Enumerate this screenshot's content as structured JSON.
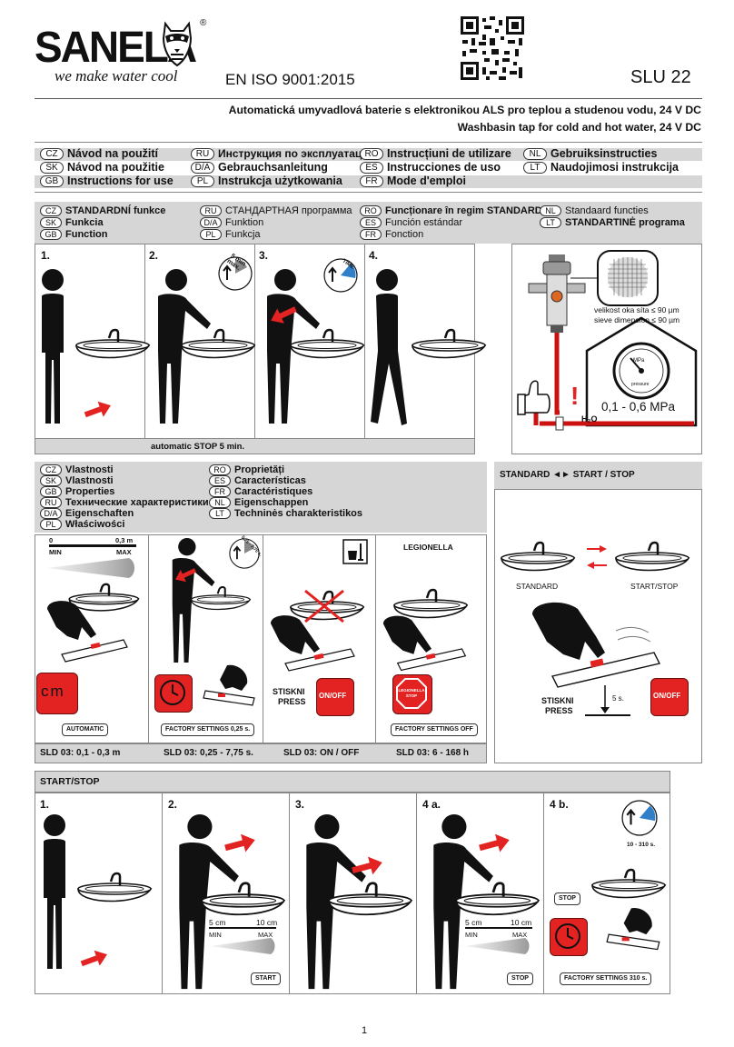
{
  "header": {
    "brand": "SANELA",
    "registered": "®",
    "slogan": "we make water cool",
    "iso": "EN ISO 9001:2015",
    "model": "SLU 22",
    "subtitle_cz": "Automatická umyvadlová baterie s elektronikou ALS pro teplou a studenou vodu, 24 V DC",
    "subtitle_en": "Washbasin tap for cold and hot water, 24 V DC"
  },
  "manual_titles": [
    {
      "code": "CZ",
      "text": "Návod na použití"
    },
    {
      "code": "SK",
      "text": "Návod na použitie"
    },
    {
      "code": "GB",
      "text": "Instructions for use"
    },
    {
      "code": "RU",
      "text": "Инструкция по эксплуатации"
    },
    {
      "code": "D/A",
      "text": "Gebrauchsanleitung"
    },
    {
      "code": "PL",
      "text": "Instrukcja użytkowania"
    },
    {
      "code": "RO",
      "text": "Instrucțiuni de utilizare"
    },
    {
      "code": "ES",
      "text": "Instrucciones de uso"
    },
    {
      "code": "FR",
      "text": "Mode d'emploi"
    },
    {
      "code": "NL",
      "text": "Gebruiksinstructies"
    },
    {
      "code": "LT",
      "text": "Naudojimosi instrukcija"
    }
  ],
  "standard_titles": [
    {
      "code": "CZ",
      "text": "STANDARDNÍ funkce"
    },
    {
      "code": "SK",
      "text": "Funkcia"
    },
    {
      "code": "GB",
      "text": "Function"
    },
    {
      "code": "RU",
      "text": "СТАНДАРТНАЯ программа"
    },
    {
      "code": "D/A",
      "text": "Funktion"
    },
    {
      "code": "PL",
      "text": "Funkcja"
    },
    {
      "code": "RO",
      "text": "Funcționare în regim STANDARD"
    },
    {
      "code": "ES",
      "text": "Función estándar"
    },
    {
      "code": "FR",
      "text": "Fonction"
    },
    {
      "code": "NL",
      "text": "Standaard functies"
    },
    {
      "code": "LT",
      "text": "STANDARTINĖ programa"
    }
  ],
  "standard_steps": [
    "1.",
    "2.",
    "3.",
    "4."
  ],
  "standard_timer": "5 min max.",
  "standard_timer2": "TIME",
  "auto_stop": "automatic STOP 5 min.",
  "filter": {
    "mesh_cz": "velikost oka síta ≤ 90 µm",
    "mesh_en": "sieve dimension ≤ 90 µm",
    "gauge_unit": "MPa",
    "gauge_sub": "pressure",
    "pressure": "0,1 - 0,6 MPa",
    "water": "H₂O",
    "warning": "!"
  },
  "properties_titles": [
    {
      "code": "CZ",
      "text": "Vlastnosti"
    },
    {
      "code": "SK",
      "text": "Vlastnosti"
    },
    {
      "code": "GB",
      "text": "Properties"
    },
    {
      "code": "RU",
      "text": "Технические характеристики"
    },
    {
      "code": "D/A",
      "text": "Eigenschaften"
    },
    {
      "code": "PL",
      "text": "Właściwości"
    },
    {
      "code": "RO",
      "text": "Proprietăți"
    },
    {
      "code": "ES",
      "text": "Características"
    },
    {
      "code": "FR",
      "text": "Caractéristiques"
    },
    {
      "code": "NL",
      "text": "Eigenschappen"
    },
    {
      "code": "LT",
      "text": "Techninės charakteristikos"
    }
  ],
  "properties": {
    "range_min_val": "0",
    "range_max_val": "0,3 m",
    "min": "MIN",
    "max": "MAX",
    "cm": "cm",
    "automatic": "AUTOMATIC",
    "timer_range": "0,25 - 7,75 s.",
    "factory_025": "FACTORY SETTINGS 0,25 s.",
    "press_cz": "STISKNI",
    "press_en": "PRESS",
    "onoff": "ON/OFF",
    "legionella": "LEGIONELLA",
    "legionella_stop": "LEGIONELLA STOP",
    "factory_off": "FACTORY SETTINGS OFF",
    "sld": [
      "SLD 03: 0,1 - 0,3 m",
      "SLD 03: 0,25 - 7,75 s.",
      "SLD 03: ON / OFF",
      "SLD 03: 6 - 168 h"
    ]
  },
  "standard_switch": {
    "title": "STANDARD ◄► START / STOP",
    "standard": "STANDARD",
    "startstop": "START/STOP",
    "press_cz": "STISKNI",
    "press_en": "PRESS",
    "seconds": "5 s.",
    "onoff": "ON/OFF"
  },
  "startstop": {
    "title": "START/STOP",
    "steps": [
      "1.",
      "2.",
      "3.",
      "4 a.",
      "4 b."
    ],
    "min_dist": "5 cm",
    "max_dist": "10 cm",
    "min": "MIN",
    "max": "MAX",
    "start": "START",
    "stop": "STOP",
    "timer_range": "10 - 310 s.",
    "factory_310": "FACTORY SETTINGS 310 s."
  },
  "page_number": "1",
  "colors": {
    "accent_red": "#e32222",
    "panel_grey": "#d6d6d6",
    "ink": "#111111"
  }
}
